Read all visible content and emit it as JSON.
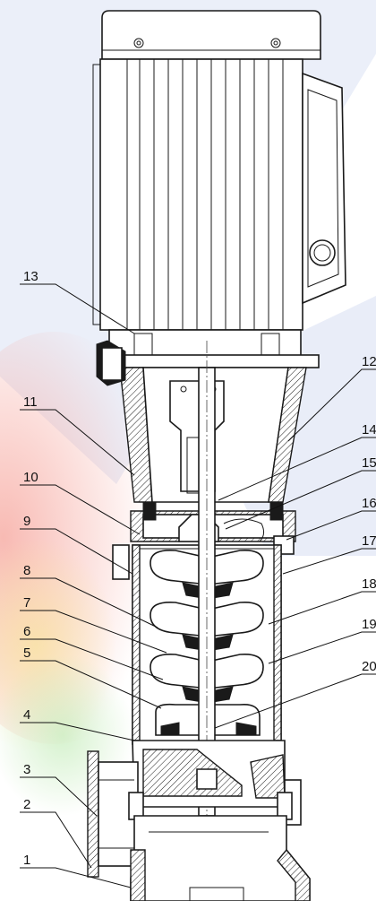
{
  "diagram": {
    "callouts": [
      {
        "id": "1",
        "text": "1",
        "side": "left"
      },
      {
        "id": "2",
        "text": "2",
        "side": "left"
      },
      {
        "id": "3",
        "text": "3",
        "side": "left"
      },
      {
        "id": "4",
        "text": "4",
        "side": "left"
      },
      {
        "id": "5",
        "text": "5",
        "side": "left"
      },
      {
        "id": "6",
        "text": "6",
        "side": "left"
      },
      {
        "id": "7",
        "text": "7",
        "side": "left"
      },
      {
        "id": "8",
        "text": "8",
        "side": "left"
      },
      {
        "id": "9",
        "text": "9",
        "side": "left"
      },
      {
        "id": "10",
        "text": "10",
        "side": "left"
      },
      {
        "id": "11",
        "text": "11",
        "side": "left"
      },
      {
        "id": "13",
        "text": "13",
        "side": "left"
      },
      {
        "id": "12",
        "text": "12",
        "side": "right"
      },
      {
        "id": "14",
        "text": "14",
        "side": "right"
      },
      {
        "id": "15",
        "text": "15",
        "side": "right"
      },
      {
        "id": "16",
        "text": "16",
        "side": "right"
      },
      {
        "id": "17",
        "text": "17",
        "side": "right"
      },
      {
        "id": "18",
        "text": "18",
        "side": "right"
      },
      {
        "id": "19",
        "text": "19",
        "side": "right"
      },
      {
        "id": "20",
        "text": "20",
        "side": "right"
      }
    ],
    "colors": {
      "line": "#1a1a1a",
      "watermark_blue": "#c9d3ee",
      "watermark_red": "#f7b7b0",
      "watermark_yellow": "#f9e9a8",
      "watermark_green": "#cdeec4"
    }
  }
}
